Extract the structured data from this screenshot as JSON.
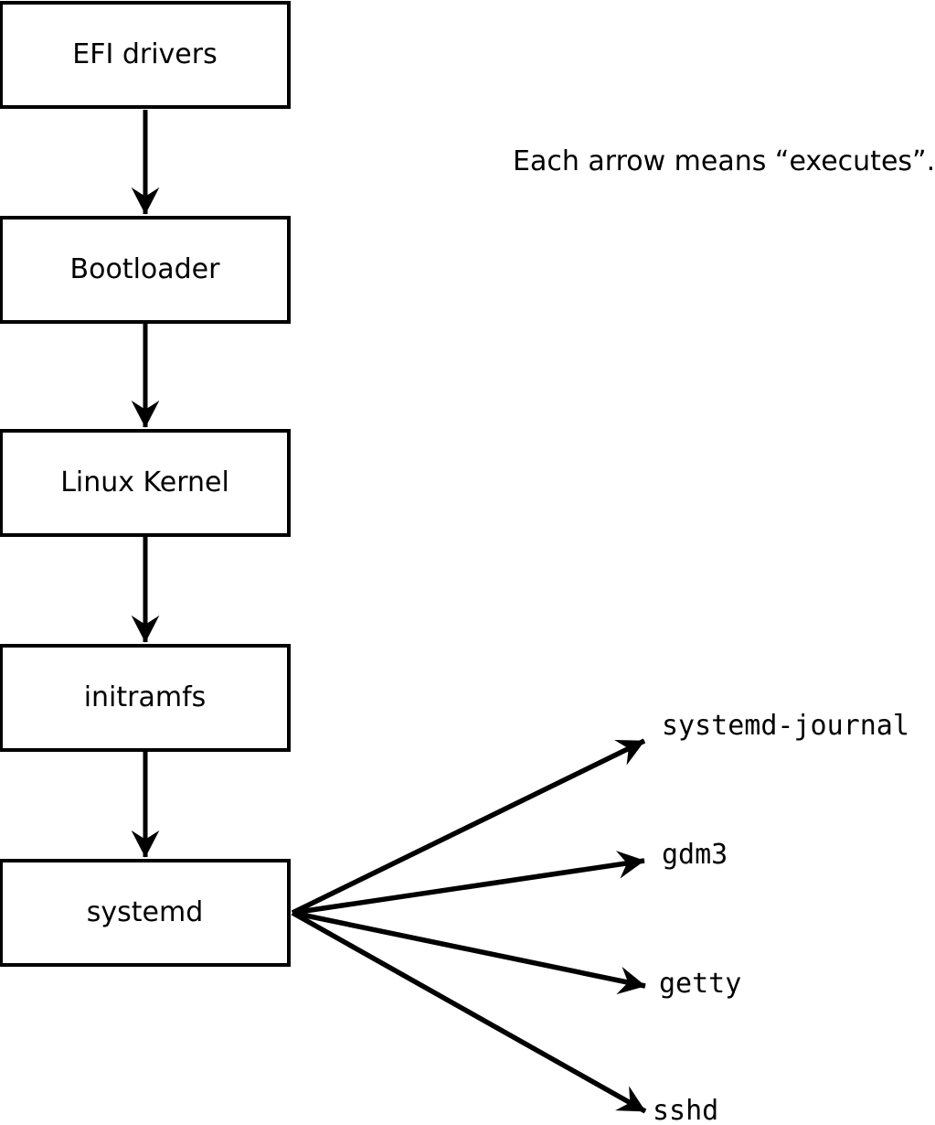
{
  "diagram": {
    "note": "Each arrow means “executes”.",
    "boxes": [
      {
        "label": "EFI drivers"
      },
      {
        "label": "Bootloader"
      },
      {
        "label": "Linux Kernel"
      },
      {
        "label": "initramfs"
      },
      {
        "label": "systemd"
      }
    ],
    "processes": [
      {
        "label": "systemd-journal"
      },
      {
        "label": "gdm3"
      },
      {
        "label": "getty"
      },
      {
        "label": "sshd"
      }
    ],
    "colors": {
      "line": "#000000",
      "background": "#ffffff",
      "text": "#000000"
    }
  }
}
